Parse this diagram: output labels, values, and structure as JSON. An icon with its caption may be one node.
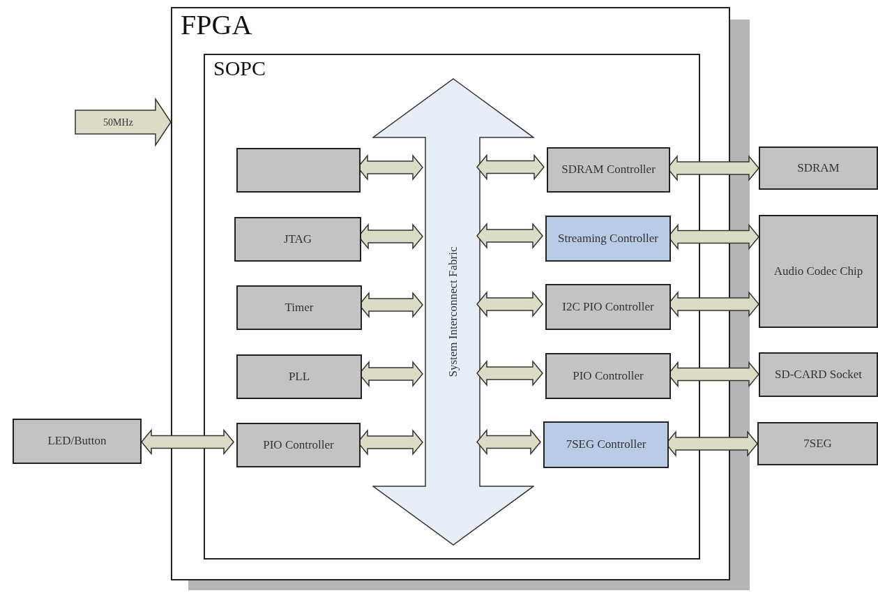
{
  "diagram": {
    "nodes": [
      {
        "text": [
          "FPGA"
        ]
      },
      {
        "text": [
          "SOPC"
        ],
        "in": 0
      },
      {
        "text": [
          "System Interconnect Fabric"
        ],
        "in": 1
      },
      {
        "text": [],
        "shape": "box",
        "in": 1
      },
      {
        "text": [
          "JTAG"
        ],
        "in": 1
      },
      {
        "text": [
          "Timer"
        ],
        "in": 1
      },
      {
        "text": [
          "PLL"
        ],
        "in": 1
      },
      {
        "text": [
          "PIO Controller"
        ],
        "in": 1
      },
      {
        "text": [
          "SDRAM Controller"
        ],
        "in": 1
      },
      {
        "text": [
          "Streaming Controller"
        ],
        "in": 1
      },
      {
        "text": [
          "I2C PIO Controller"
        ],
        "in": 1
      },
      {
        "text": [
          "PIO Controller"
        ],
        "in": 1
      },
      {
        "text": [
          "7SEG Controller"
        ],
        "in": 1
      },
      {
        "text": [
          "SDRAM"
        ]
      },
      {
        "text": [
          "Audio Codec Chip"
        ]
      },
      {
        "text": [
          "SD-CARD Socket"
        ]
      },
      {
        "text": [
          "7SEG"
        ]
      },
      {
        "text": [
          "LED/Button"
        ]
      }
    ],
    "edges": [
      {
        "from": null,
        "to": 0,
        "arrow": "to",
        "label": "50MHz"
      },
      {
        "from": 3,
        "to": 2,
        "arrow": "both"
      },
      {
        "from": 4,
        "to": 2,
        "arrow": "both"
      },
      {
        "from": 5,
        "to": 2,
        "arrow": "both"
      },
      {
        "from": 6,
        "to": 2,
        "arrow": "both"
      },
      {
        "from": 7,
        "to": 2,
        "arrow": "both"
      },
      {
        "from": 2,
        "to": 8,
        "arrow": "both"
      },
      {
        "from": 2,
        "to": 9,
        "arrow": "both"
      },
      {
        "from": 2,
        "to": 10,
        "arrow": "both"
      },
      {
        "from": 2,
        "to": 11,
        "arrow": "both"
      },
      {
        "from": 2,
        "to": 12,
        "arrow": "both"
      },
      {
        "from": 8,
        "to": 13,
        "arrow": "both"
      },
      {
        "from": 9,
        "to": 14,
        "arrow": "both"
      },
      {
        "from": 10,
        "to": 14,
        "arrow": "both"
      },
      {
        "from": 11,
        "to": 15,
        "arrow": "both"
      },
      {
        "from": 12,
        "to": 16,
        "arrow": "both"
      },
      {
        "from": 17,
        "to": 7,
        "arrow": "both"
      }
    ]
  }
}
